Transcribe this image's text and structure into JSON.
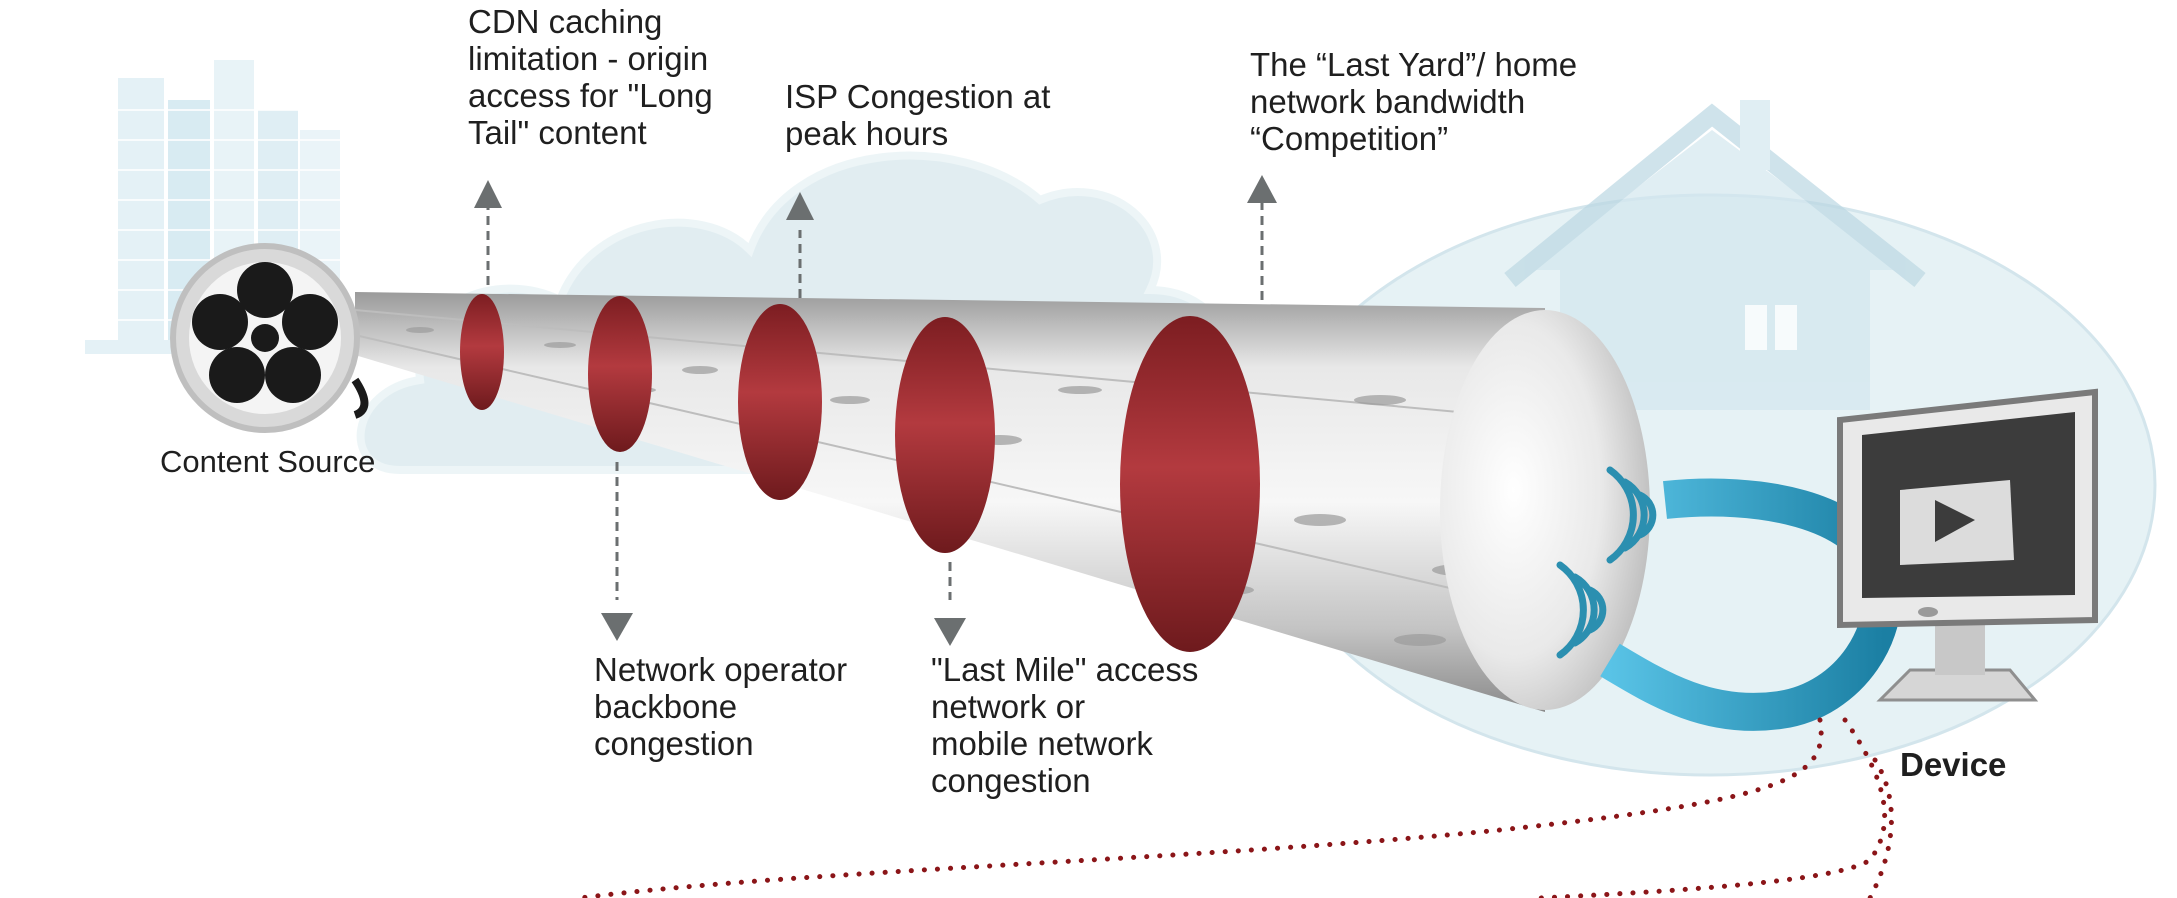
{
  "labels": {
    "cdn_caching": "CDN caching\nlimitation - origin\naccess for \"Long\nTail\" content",
    "isp_congestion": "ISP Congestion at\npeak hours",
    "last_yard": "The “Last Yard”/ home\nnetwork bandwidth\n“Competition”",
    "content_source": "Content Source",
    "backbone": "Network operator\nbackbone\ncongestion",
    "last_mile": "\"Last Mile\" access\nnetwork or\nmobile network\ncongestion",
    "device": "Device"
  },
  "icons": [
    "office-buildings-icon",
    "film-reel-icon",
    "cloud-icon",
    "house-icon",
    "wifi-signal-icon",
    "monitor-icon",
    "play-icon"
  ],
  "colors": {
    "band": "#a82c31",
    "pipe": "#cfcfcf",
    "arrow": "#6b6f70",
    "cable": "#2a9bc0",
    "dots": "#8b1518",
    "background_shapes": "#d7e8ee"
  }
}
